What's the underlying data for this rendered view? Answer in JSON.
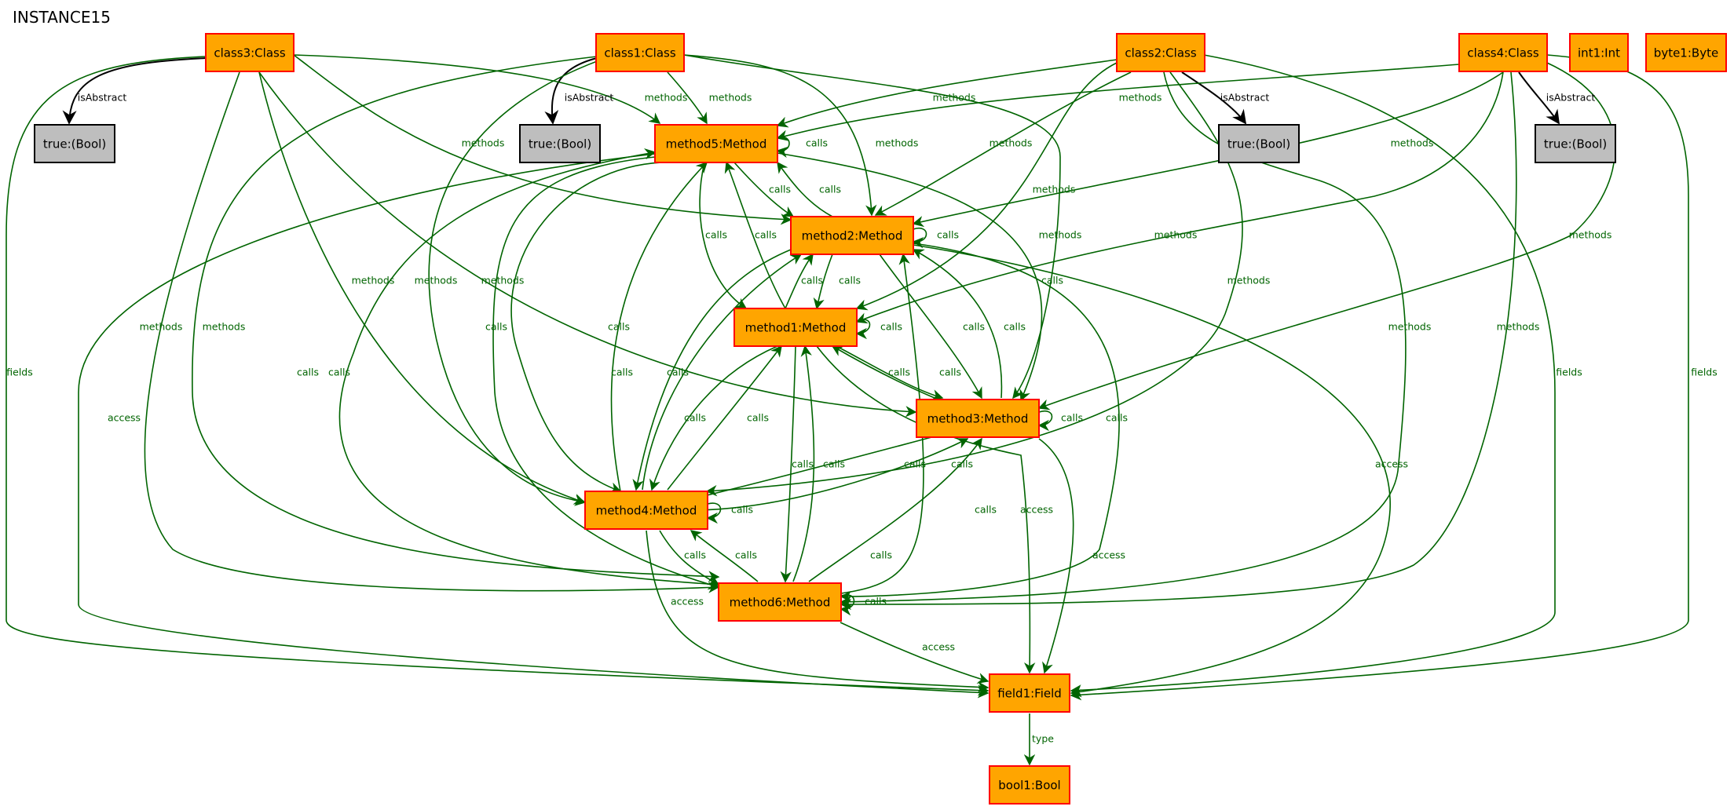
{
  "title": "INSTANCE15",
  "colors": {
    "node_fill": "#FFA500",
    "node_border": "#FF0000",
    "bool_fill": "#BEBEBE",
    "bool_border": "#000000",
    "edge": "#006400",
    "edge_black": "#000000"
  },
  "nodes": [
    {
      "id": "class3",
      "label": "class3:Class",
      "kind": "class"
    },
    {
      "id": "class1",
      "label": "class1:Class",
      "kind": "class"
    },
    {
      "id": "class2",
      "label": "class2:Class",
      "kind": "class"
    },
    {
      "id": "class4",
      "label": "class4:Class",
      "kind": "class"
    },
    {
      "id": "int1",
      "label": "int1:Int",
      "kind": "class"
    },
    {
      "id": "byte1",
      "label": "byte1:Byte",
      "kind": "class"
    },
    {
      "id": "true3",
      "label": "true:(Bool)",
      "kind": "bool"
    },
    {
      "id": "true1",
      "label": "true:(Bool)",
      "kind": "bool"
    },
    {
      "id": "true2",
      "label": "true:(Bool)",
      "kind": "bool"
    },
    {
      "id": "true4",
      "label": "true:(Bool)",
      "kind": "bool"
    },
    {
      "id": "method5",
      "label": "method5:Method",
      "kind": "class"
    },
    {
      "id": "method2",
      "label": "method2:Method",
      "kind": "class"
    },
    {
      "id": "method1",
      "label": "method1:Method",
      "kind": "class"
    },
    {
      "id": "method3",
      "label": "method3:Method",
      "kind": "class"
    },
    {
      "id": "method4",
      "label": "method4:Method",
      "kind": "class"
    },
    {
      "id": "method6",
      "label": "method6:Method",
      "kind": "class"
    },
    {
      "id": "field1",
      "label": "field1:Field",
      "kind": "class"
    },
    {
      "id": "bool1",
      "label": "bool1:Bool",
      "kind": "class"
    }
  ],
  "edges": [
    {
      "from": "class3",
      "to": "true3",
      "label": "isAbstract",
      "color": "black"
    },
    {
      "from": "class1",
      "to": "true1",
      "label": "isAbstract",
      "color": "black"
    },
    {
      "from": "class2",
      "to": "true2",
      "label": "isAbstract",
      "color": "black"
    },
    {
      "from": "class4",
      "to": "true4",
      "label": "isAbstract",
      "color": "black"
    },
    {
      "from": "class3",
      "to": "field1",
      "label": "fields"
    },
    {
      "from": "class2",
      "to": "field1",
      "label": "fields"
    },
    {
      "from": "class4",
      "to": "field1",
      "label": "fields"
    },
    {
      "from": "class3",
      "to": "method5",
      "label": "methods"
    },
    {
      "from": "class3",
      "to": "method2",
      "label": "methods"
    },
    {
      "from": "class3",
      "to": "method3",
      "label": "methods"
    },
    {
      "from": "class3",
      "to": "method4",
      "label": "methods"
    },
    {
      "from": "class3",
      "to": "method6",
      "label": "methods"
    },
    {
      "from": "class1",
      "to": "method5",
      "label": "methods"
    },
    {
      "from": "class1",
      "to": "method2",
      "label": "methods"
    },
    {
      "from": "class1",
      "to": "method3",
      "label": "methods"
    },
    {
      "from": "class1",
      "to": "method4",
      "label": "methods"
    },
    {
      "from": "class1",
      "to": "method6",
      "label": "methods"
    },
    {
      "from": "class2",
      "to": "method5",
      "label": "methods"
    },
    {
      "from": "class2",
      "to": "method2",
      "label": "methods"
    },
    {
      "from": "class2",
      "to": "method1",
      "label": "methods"
    },
    {
      "from": "class2",
      "to": "method4",
      "label": "methods"
    },
    {
      "from": "class2",
      "to": "method6",
      "label": "methods"
    },
    {
      "from": "class4",
      "to": "method5",
      "label": "methods"
    },
    {
      "from": "class4",
      "to": "method2",
      "label": "methods"
    },
    {
      "from": "class4",
      "to": "method1",
      "label": "methods"
    },
    {
      "from": "class4",
      "to": "method3",
      "label": "methods"
    },
    {
      "from": "class4",
      "to": "method6",
      "label": "methods"
    },
    {
      "from": "method5",
      "to": "method5",
      "label": "calls"
    },
    {
      "from": "method2",
      "to": "method2",
      "label": "calls"
    },
    {
      "from": "method1",
      "to": "method1",
      "label": "calls"
    },
    {
      "from": "method3",
      "to": "method3",
      "label": "calls"
    },
    {
      "from": "method4",
      "to": "method4",
      "label": "calls"
    },
    {
      "from": "method6",
      "to": "method6",
      "label": "calls"
    },
    {
      "from": "method5",
      "to": "method2",
      "label": "calls"
    },
    {
      "from": "method2",
      "to": "method5",
      "label": "calls"
    },
    {
      "from": "method5",
      "to": "method1",
      "label": "calls"
    },
    {
      "from": "method1",
      "to": "method5",
      "label": "calls"
    },
    {
      "from": "method5",
      "to": "method4",
      "label": "calls"
    },
    {
      "from": "method4",
      "to": "method5",
      "label": "calls"
    },
    {
      "from": "method5",
      "to": "method6",
      "label": "calls"
    },
    {
      "from": "method6",
      "to": "method5",
      "label": "calls"
    },
    {
      "from": "method5",
      "to": "method3",
      "label": "calls"
    },
    {
      "from": "method5",
      "to": "field1",
      "label": "access"
    },
    {
      "from": "method2",
      "to": "method1",
      "label": "calls"
    },
    {
      "from": "method1",
      "to": "method2",
      "label": "calls"
    },
    {
      "from": "method2",
      "to": "method3",
      "label": "calls"
    },
    {
      "from": "method3",
      "to": "method2",
      "label": "calls"
    },
    {
      "from": "method2",
      "to": "method4",
      "label": "calls"
    },
    {
      "from": "method4",
      "to": "method2",
      "label": "calls"
    },
    {
      "from": "method2",
      "to": "method6",
      "label": "calls"
    },
    {
      "from": "method6",
      "to": "method2",
      "label": "calls"
    },
    {
      "from": "method2",
      "to": "field1",
      "label": "access"
    },
    {
      "from": "method1",
      "to": "method3",
      "label": "calls"
    },
    {
      "from": "method3",
      "to": "method1",
      "label": "calls"
    },
    {
      "from": "method1",
      "to": "method4",
      "label": "calls"
    },
    {
      "from": "method4",
      "to": "method1",
      "label": "calls"
    },
    {
      "from": "method1",
      "to": "method6",
      "label": "calls"
    },
    {
      "from": "method6",
      "to": "method1",
      "label": "calls"
    },
    {
      "from": "method1",
      "to": "field1",
      "label": "access"
    },
    {
      "from": "method3",
      "to": "method4",
      "label": "calls"
    },
    {
      "from": "method4",
      "to": "method3",
      "label": "calls"
    },
    {
      "from": "method6",
      "to": "method3",
      "label": "calls"
    },
    {
      "from": "method3",
      "to": "field1",
      "label": "access"
    },
    {
      "from": "method4",
      "to": "method6",
      "label": "calls"
    },
    {
      "from": "method6",
      "to": "method4",
      "label": "calls"
    },
    {
      "from": "method4",
      "to": "field1",
      "label": "access"
    },
    {
      "from": "method6",
      "to": "field1",
      "label": "access"
    },
    {
      "from": "field1",
      "to": "bool1",
      "label": "type"
    }
  ]
}
